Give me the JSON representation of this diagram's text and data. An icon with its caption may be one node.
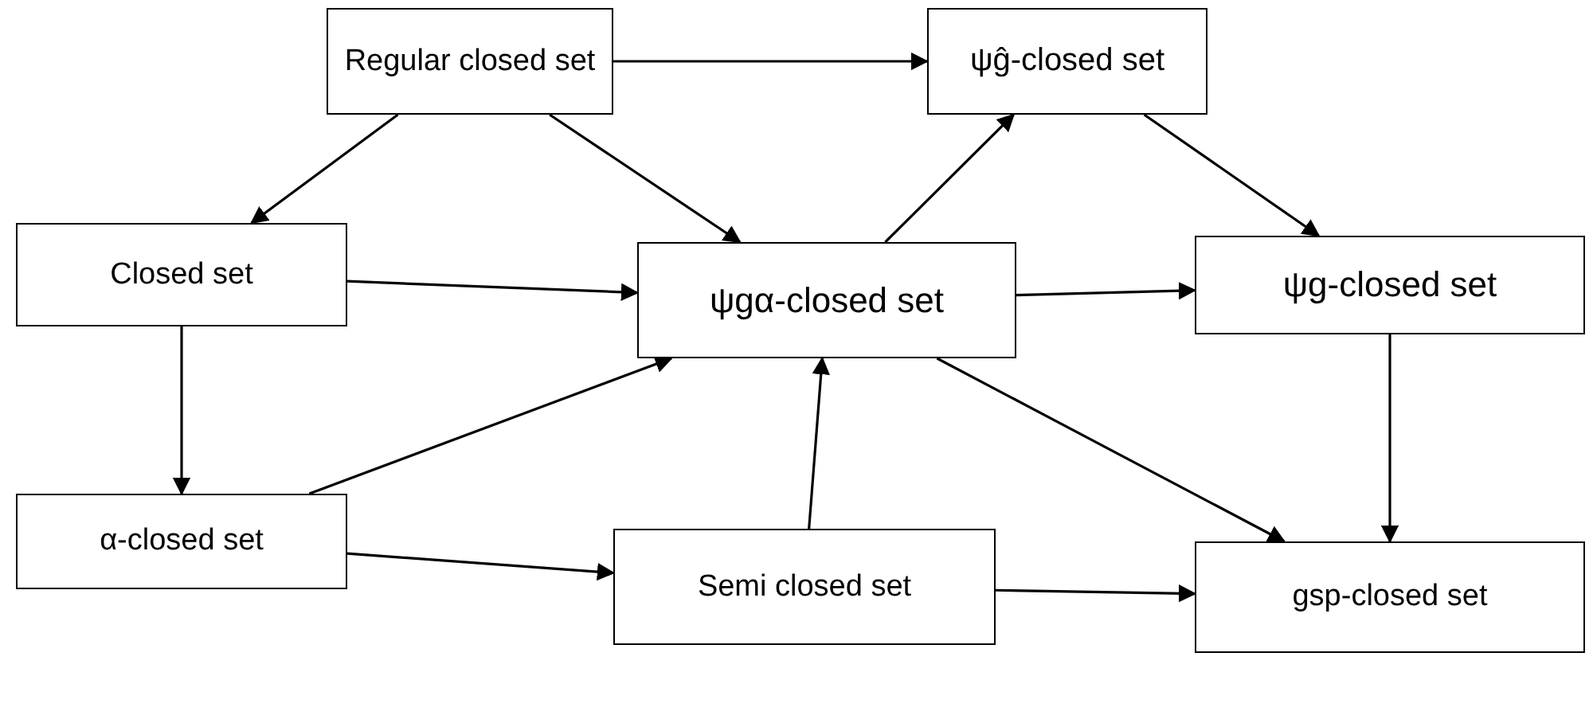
{
  "diagram": {
    "nodes": [
      {
        "text": [
          "Regular closed set"
        ]
      },
      {
        "text": [
          "ψĝ-closed set"
        ]
      },
      {
        "text": [
          "Closed set"
        ]
      },
      {
        "text": [
          "ψgα-closed set"
        ]
      },
      {
        "text": [
          "ψg-closed set"
        ]
      },
      {
        "text": [
          "α-closed set"
        ]
      },
      {
        "text": [
          "Semi closed set"
        ]
      },
      {
        "text": [
          "gsp-closed set"
        ]
      }
    ],
    "edges": [
      {
        "from": 0,
        "to": 1,
        "arrow": "to"
      },
      {
        "from": 0,
        "to": 2,
        "arrow": "to"
      },
      {
        "from": 0,
        "to": 3,
        "arrow": "to"
      },
      {
        "from": 2,
        "to": 3,
        "arrow": "to"
      },
      {
        "from": 2,
        "to": 5,
        "arrow": "to"
      },
      {
        "from": 5,
        "to": 3,
        "arrow": "to"
      },
      {
        "from": 5,
        "to": 6,
        "arrow": "to"
      },
      {
        "from": 6,
        "to": 3,
        "arrow": "to"
      },
      {
        "from": 3,
        "to": 1,
        "arrow": "to"
      },
      {
        "from": 1,
        "to": 4,
        "arrow": "to"
      },
      {
        "from": 3,
        "to": 4,
        "arrow": "to"
      },
      {
        "from": 4,
        "to": 7,
        "arrow": "to"
      },
      {
        "from": 3,
        "to": 7,
        "arrow": "to"
      },
      {
        "from": 6,
        "to": 7,
        "arrow": "to"
      }
    ]
  }
}
